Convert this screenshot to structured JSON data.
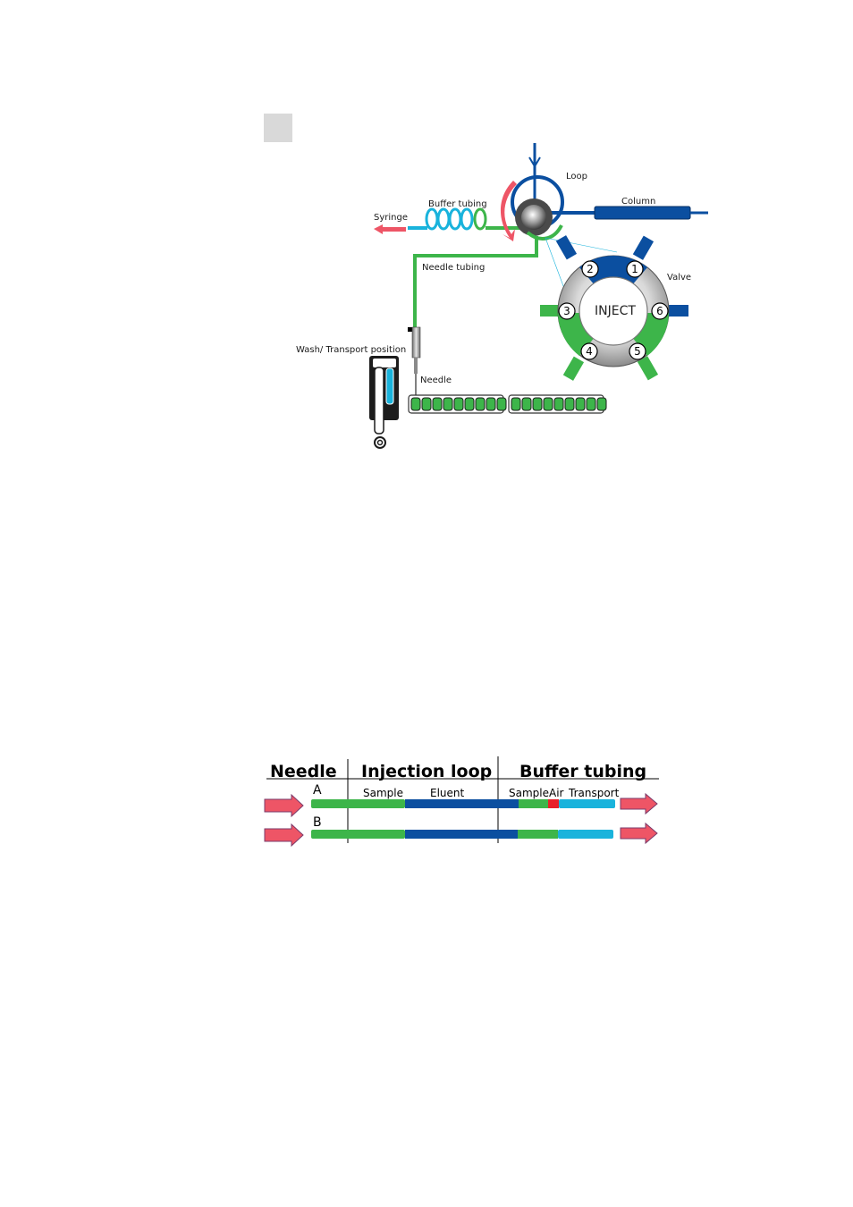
{
  "colors": {
    "green": "#3db54a",
    "blue": "#0b4fa0",
    "cyan": "#19b3dc",
    "red_arrow": "#ee5566",
    "air": "#e8202a"
  },
  "diagram": {
    "labels": {
      "loop": "Loop",
      "column": "Column",
      "buffer_tubing": "Buffer tubing",
      "syringe": "Syringe",
      "needle_tubing": "Needle tubing",
      "valve": "Valve",
      "wash_transport": "Wash/ Transport position",
      "needle": "Needle"
    },
    "valve": {
      "mode": "INJECT",
      "ports": [
        "1",
        "2",
        "3",
        "4",
        "5",
        "6"
      ]
    }
  },
  "flow_table": {
    "headers": [
      "Needle",
      "Injection loop",
      "Buffer tubing"
    ],
    "rows": [
      {
        "label": "A",
        "segments": [
          {
            "color": "#3db54a",
            "length": 105
          },
          {
            "color": "#0b4fa0",
            "length": 127
          },
          {
            "color": "#3db54a",
            "length": 33
          },
          {
            "color": "#e8202a",
            "length": 12
          },
          {
            "color": "#19b3dc",
            "length": 63
          }
        ]
      },
      {
        "label": "B",
        "segments": [
          {
            "color": "#3db54a",
            "length": 105
          },
          {
            "color": "#0b4fa0",
            "length": 126
          },
          {
            "color": "#3db54a",
            "length": 45
          },
          {
            "color": "#19b3dc",
            "length": 62
          }
        ]
      }
    ],
    "segment_labels": {
      "sample_loop": "Sample",
      "eluent": "Eluent",
      "sample_buffer": "Sample",
      "air": "Air",
      "transport": "Transport"
    }
  }
}
